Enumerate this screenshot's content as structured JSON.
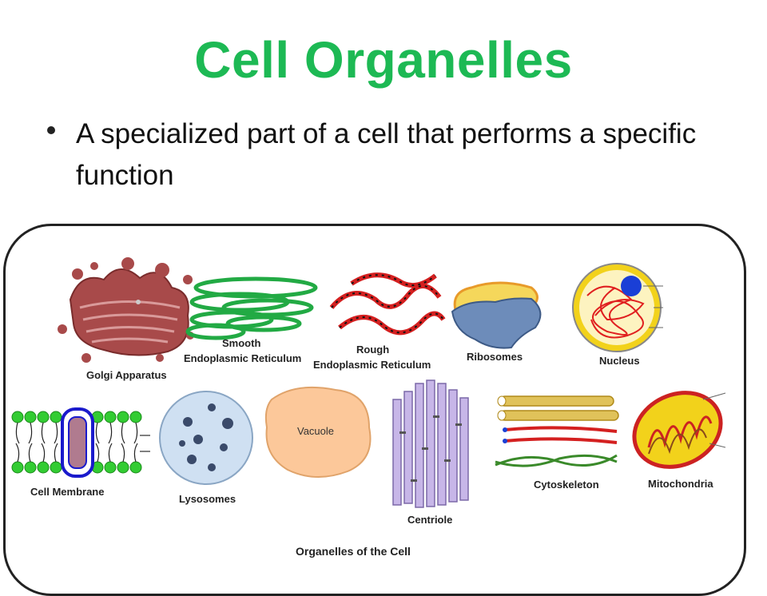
{
  "slide": {
    "title": "Cell Organelles",
    "bullet": "A specialized part of a cell that performs a specific function"
  },
  "diagram": {
    "caption": "Organelles of the Cell",
    "labels": {
      "golgi": "Golgi Apparatus",
      "smooth_er_line1": "Smooth",
      "smooth_er_line2": "Endoplasmic Reticulum",
      "rough_er_line1": "Rough",
      "rough_er_line2": "Endoplasmic Reticulum",
      "ribosomes": "Ribosomes",
      "nucleus": "Nucleus",
      "cell_membrane": "Cell Membrane",
      "lysosomes": "Lysosomes",
      "vacuole": "Vacuole",
      "centriole": "Centriole",
      "cytoskeleton": "Cytoskeleton",
      "mitochondria": "Mitochondria"
    }
  },
  "colors": {
    "title": "#1db954",
    "golgi": "#a84a4a",
    "smooth_er": "#22aa44",
    "rough_er": "#d42020",
    "nucleus_envelope": "#f2d21b",
    "nucleolus": "#1a3fd6",
    "membrane_heads": "#33cc33",
    "lysosome": "#cfe0f2",
    "vacuole": "#fcc89a",
    "centriole": "#c7b6e8",
    "mitochondria": "#cc2222"
  }
}
